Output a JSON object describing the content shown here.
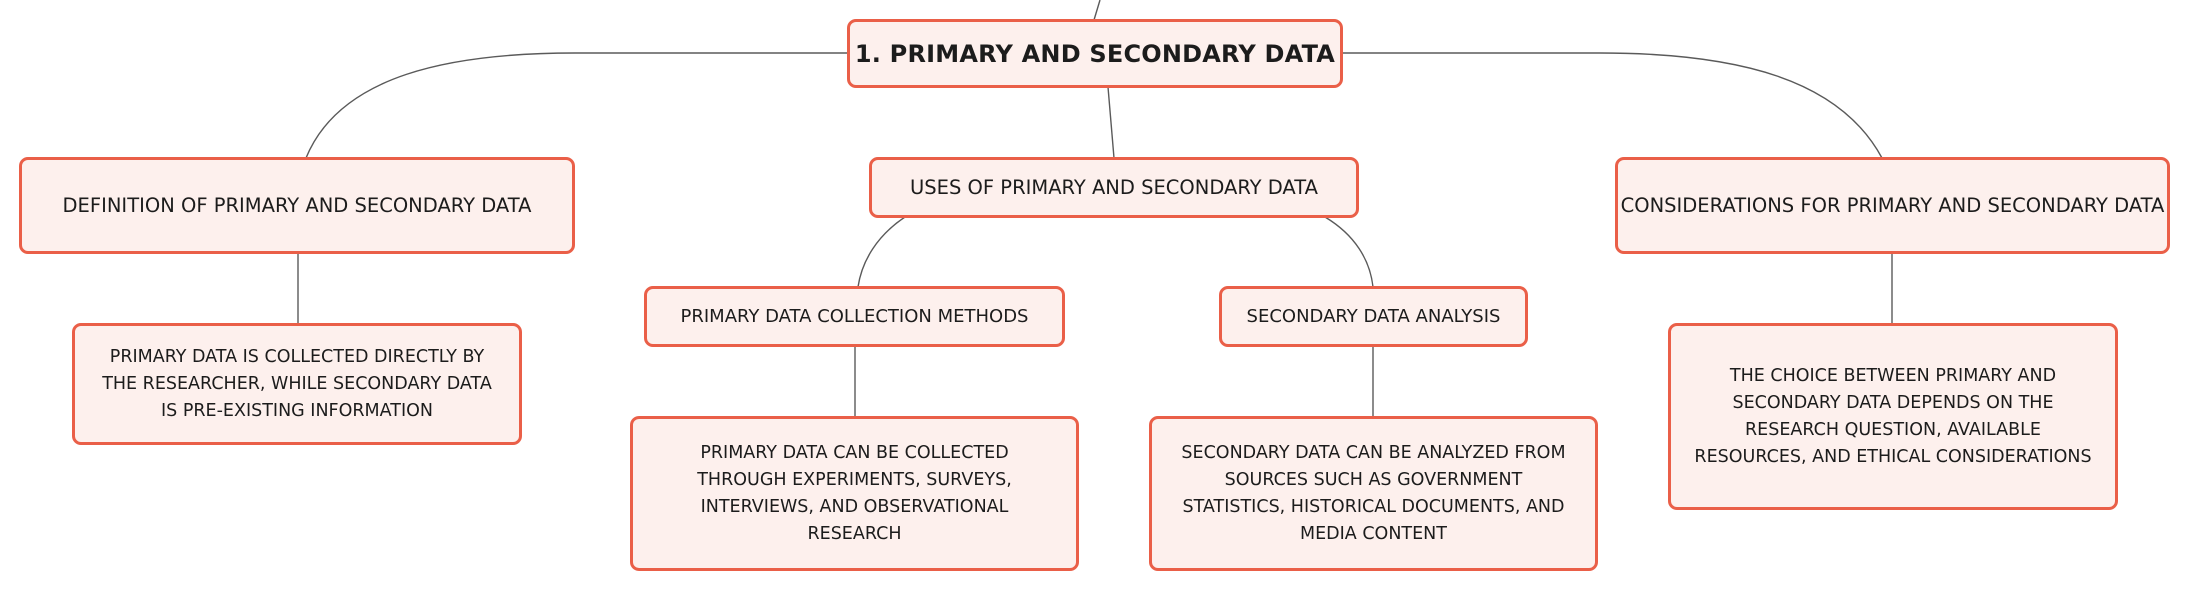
{
  "diagram": {
    "root": {
      "label": "1. Primary and Secondary Data"
    },
    "definition": {
      "label": "Definition of Primary and Secondary Data",
      "detail": "Primary data is collected directly by the researcher, while secondary data is pre-existing information"
    },
    "uses": {
      "label": "Uses of Primary and Secondary Data",
      "primary_methods": {
        "label": "Primary Data Collection Methods",
        "detail": "Primary data can be collected through experiments, surveys, interviews, and observational research"
      },
      "secondary_analysis": {
        "label": "Secondary Data Analysis",
        "detail": "Secondary data can be analyzed from sources such as government statistics, historical documents, and media content"
      }
    },
    "considerations": {
      "label": "Considerations for Primary and Secondary Data",
      "detail": "The choice between primary and secondary data depends on the research question, available resources, and ethical considerations"
    },
    "colors": {
      "border": "#ea5f48",
      "fill": "#fdf0ed",
      "connector": "#5a5a5a",
      "text": "#1c1c1c"
    }
  }
}
